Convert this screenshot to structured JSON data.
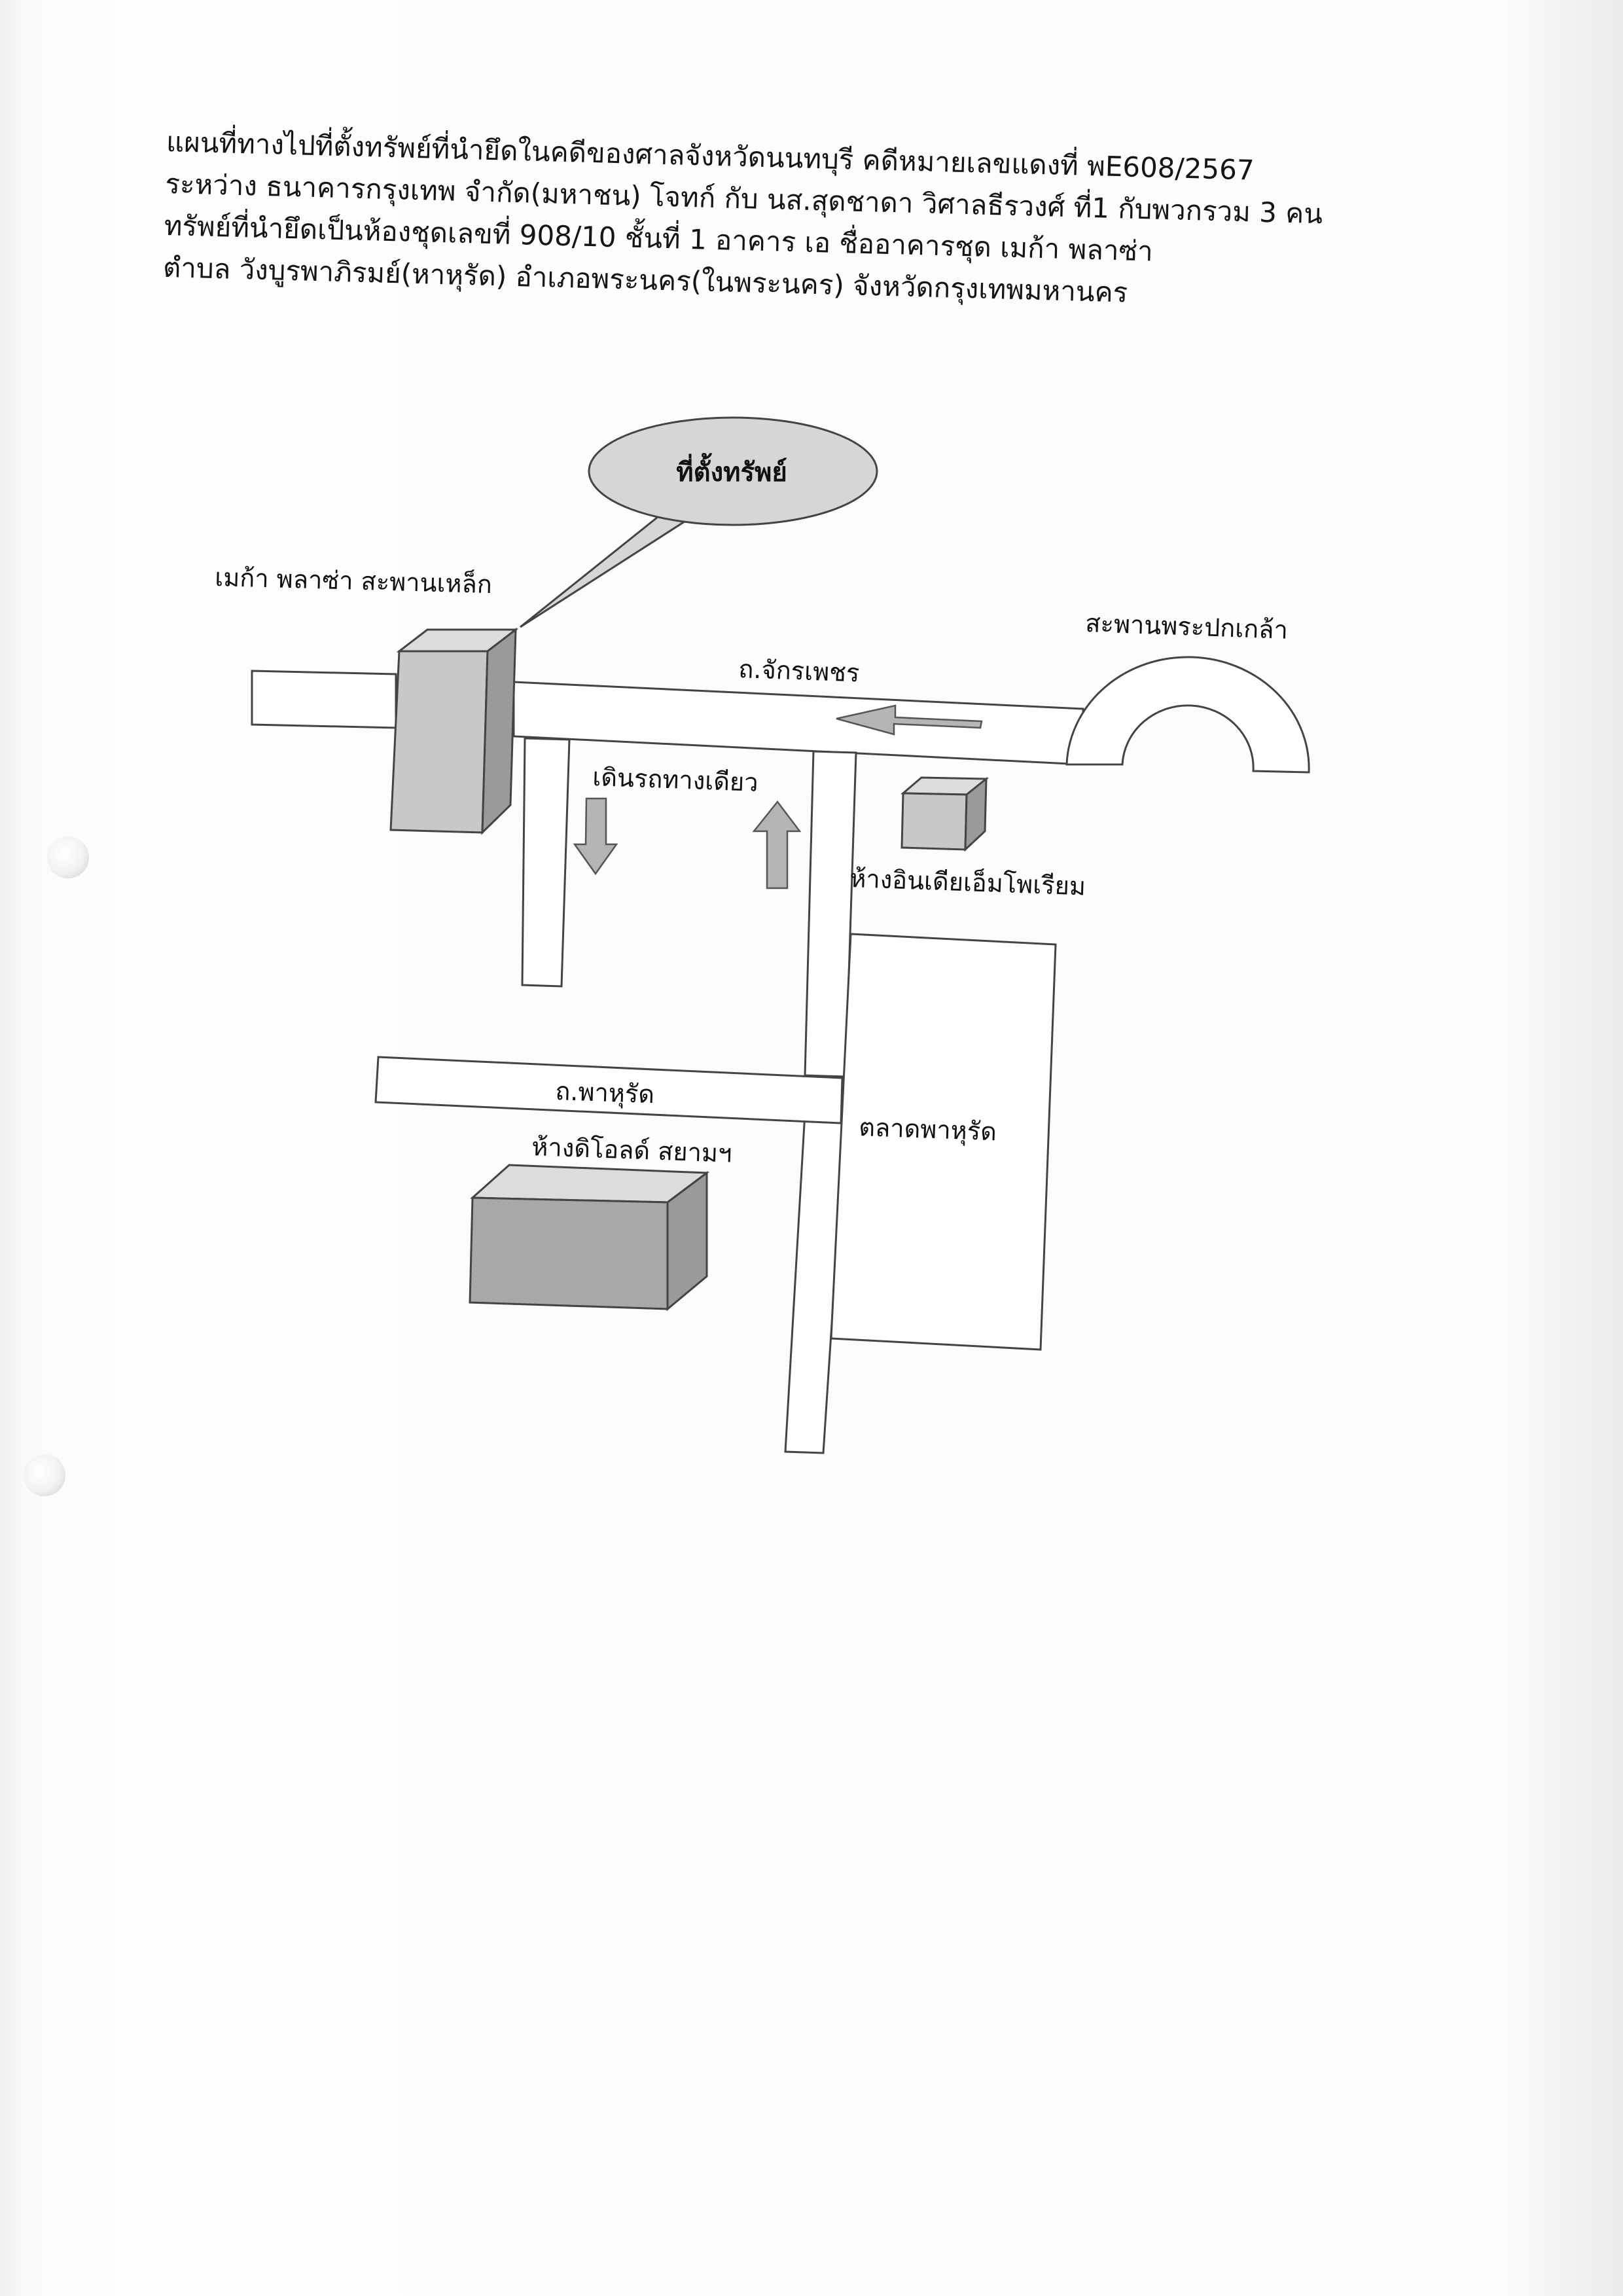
{
  "header": {
    "lines": [
      "แผนที่ทางไปที่ตั้งทรัพย์ที่นำยึดในคดีของศาลจังหวัดนนทบุรี คดีหมายเลขแดงที่ พE608/2567",
      "ระหว่าง ธนาคารกรุงเทพ จำกัด(มหาชน) โจทก์ กับ นส.สุดชาดา  วิศาลธีรวงศ์ ที่1 กับพวกรวม 3 คน",
      "ทรัพย์ที่นำยึดเป็นห้องชุดเลขที่ 908/10 ชั้นที่ 1 อาคาร เอ ชื่ออาคารชุด เมก้า พลาซ่า",
      "ตำบล วังบูรพาภิรมย์(หาหุรัด) อำเภอพระนคร(ในพระนคร) จังหวัดกรุงเทพมหานคร"
    ]
  },
  "map": {
    "callout": "ที่ตั้งทรัพย์",
    "mega_plaza": "เมก้า พลาซ่า สะพานเหล็ก",
    "chakkraphet_road": "ถ.จักรเพชร",
    "phra_pok_klao_bridge": "สะพานพระปกเกล้า",
    "one_way": "เดินรถทางเดียว",
    "india_emporium": "ห้างอินเดียเอ็มโพเรียม",
    "pahurat_road": "ถ.พาหุรัด",
    "pahurat_market": "ตลาดพาหุรัด",
    "old_siam": "ห้างดิโอลด์ สยามฯ"
  },
  "colors": {
    "building_front": "#c8c8c8",
    "building_side": "#9a9a9a",
    "building_top": "#dcdcdc",
    "arrow_fill": "#b5b5b5",
    "callout_fill": "#d6d6d6",
    "road_stroke": "#444444"
  }
}
